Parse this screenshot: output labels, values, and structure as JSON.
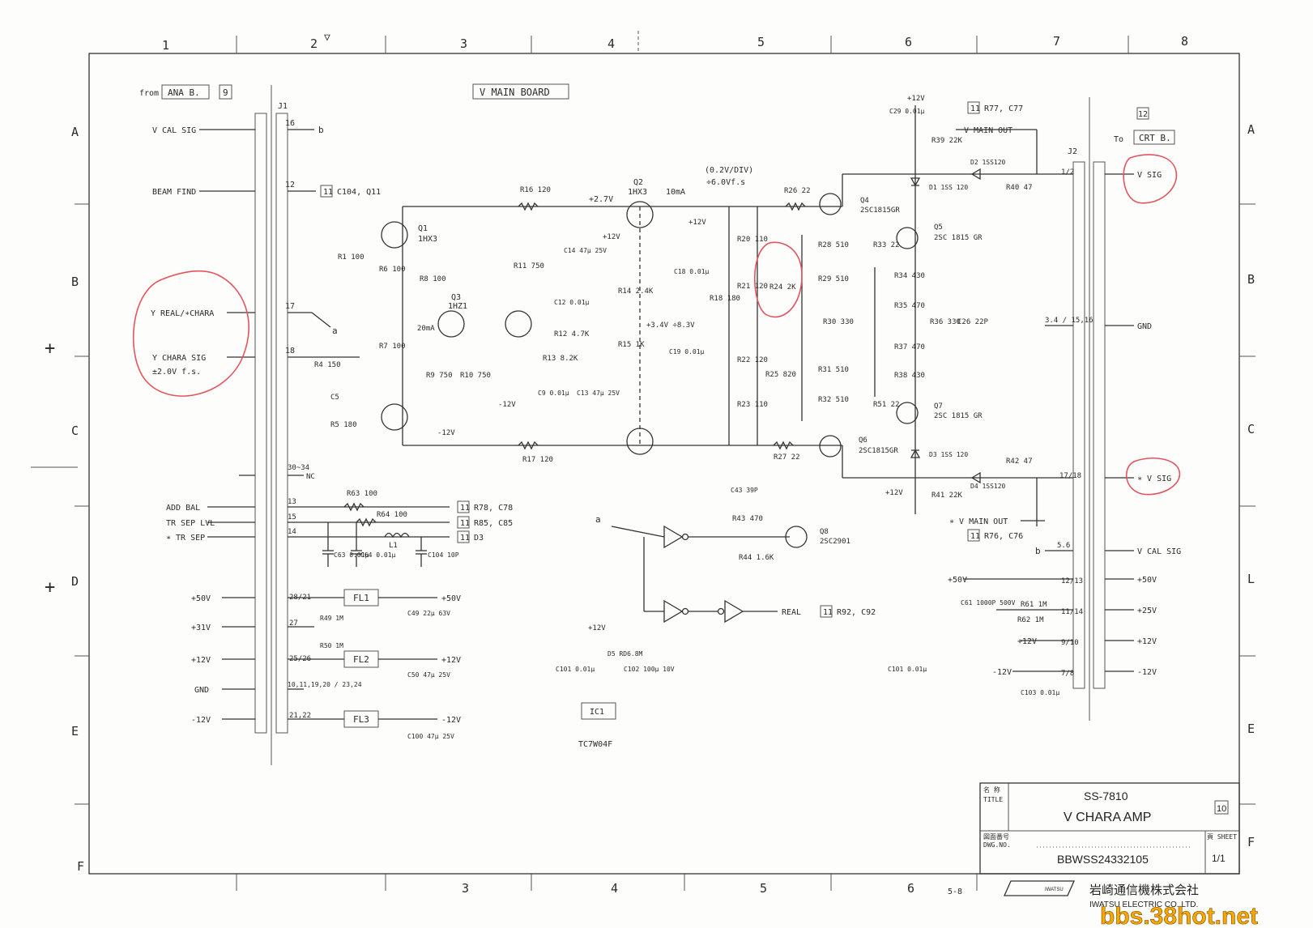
{
  "sheet": {
    "col_labels": [
      "1",
      "2",
      "3",
      "4",
      "5",
      "6",
      "7",
      "8"
    ],
    "col_labels_bottom": [
      "3",
      "4",
      "5",
      "6"
    ],
    "row_labels": [
      "A",
      "B",
      "C",
      "D",
      "E",
      "F"
    ],
    "row_labels_right": [
      "A",
      "B",
      "C",
      "L",
      "E",
      "F"
    ],
    "page_ref": "5-8",
    "board_name": "V MAIN BOARD"
  },
  "title_block": {
    "title_caption_jp": "名 称",
    "title_caption": "TITLE",
    "model": "SS-7810",
    "title": "V CHARA AMP",
    "page_no": "10",
    "dwg_caption_jp": "図面番号",
    "dwg_caption": "DWG.NO.",
    "dwg_no": "BBWSS24332105",
    "sheet_caption": "頁 SHEET",
    "sheet_value": "1/1",
    "company_jp": "岩崎通信機株式会社",
    "company_en": "IWATSU ELECTRIC CO.,LTD.",
    "logo_text": "IWATSU"
  },
  "left_connector": {
    "from_text": "from",
    "from_board": "ANA B.",
    "from_page": "9",
    "name": "J1",
    "signals": [
      {
        "label": "V CAL SIG",
        "pin": "16",
        "dest": "b"
      },
      {
        "label": "BEAM FIND",
        "pin": "12",
        "ref_page": "11",
        "ref": "C104, Q11"
      },
      {
        "label": "Y REAL/∗CHARA",
        "pin": "17",
        "dest": "a"
      },
      {
        "label": "Y CHARA SIG",
        "sub": "±2.0V f.s.",
        "pin": "18"
      },
      {
        "label": "",
        "pin": "30~34",
        "dest": "NC"
      },
      {
        "label": "ADD BAL",
        "pin": "13",
        "ref_page": "11",
        "ref": "R78, C78"
      },
      {
        "label": "TR SEP LVL",
        "pin": "15",
        "ref_page": "11",
        "ref": "R85, C85"
      },
      {
        "label": "∗ TR SEP",
        "pin": "14",
        "ref_page": "11",
        "ref": "D3"
      },
      {
        "label": "+50V",
        "pin": "28/21",
        "filter": "FL1",
        "out": "+50V"
      },
      {
        "label": "+31V",
        "pin": "27"
      },
      {
        "label": "+12V",
        "pin": "25/26",
        "filter": "FL2",
        "out": "+12V"
      },
      {
        "label": "GND",
        "pin": "10,11,19,20 / 23,24"
      },
      {
        "label": "-12V",
        "pin": "21,22",
        "filter": "FL3",
        "out": "-12V"
      }
    ]
  },
  "right_connector": {
    "name": "J2",
    "to_text": "To",
    "to_board": "CRT B.",
    "to_page": "12",
    "signals": [
      {
        "label": "V SIG",
        "pin": "1/2"
      },
      {
        "label": "GND",
        "pin": "3.4 / 15,16"
      },
      {
        "label": "∗ V SIG",
        "pin": "17/18"
      },
      {
        "label": "V CAL SIG",
        "pin": "5.6",
        "dest": "b"
      },
      {
        "label": "+50V",
        "pin": "12/13"
      },
      {
        "label": "+25V",
        "pin": "11/14"
      },
      {
        "label": "+12V",
        "pin": "9/10"
      },
      {
        "label": "-12V",
        "pin": "7/8"
      }
    ]
  },
  "notes": {
    "scale": "(0.2V/DIV)",
    "scale2": "÷6.0Vf.s",
    "v_main_out": "V MAIN OUT",
    "v_main_out_n": "∗ V MAIN OUT",
    "ref77": "R77, C77",
    "ref76": "R76, C76",
    "ref92": "R92, C92",
    "ref_page_11": "11",
    "real": "REAL",
    "vout_27": "+2.7V",
    "current_10": "10mA",
    "current_20": "20mA",
    "v34": "+3.4V ÷8.3V"
  },
  "components": {
    "q1": "Q1",
    "q1v": "1HX3",
    "q2": "Q2",
    "q2v": "1HX3",
    "q3": "Q3",
    "q3v": "1HZ1",
    "q4": "Q4",
    "q4v": "2SC1815GR",
    "q5": "Q5",
    "q5v": "2SC 1815 GR",
    "q6": "Q6",
    "q6v": "2SC1815GR",
    "q7": "Q7",
    "q7v": "2SC 1815 GR",
    "q8": "Q8",
    "q8v": "2SC2901",
    "r1": "R1 100",
    "r4": "R4 150",
    "r5": "R5 180",
    "r6": "R6 100",
    "r7": "R7 100",
    "r8": "R8 100",
    "r9": "R9 750",
    "r10": "R10 750",
    "r11": "R11 750",
    "r12": "R12 4.7K",
    "r13": "R13 8.2K",
    "r14": "R14 2.4K",
    "r15": "R15 1K",
    "r16": "R16 120",
    "r17": "R17 120",
    "r18": "R18 180",
    "r20": "R20 110",
    "r21": "R21 120",
    "r22": "R22 120",
    "r23": "R23 110",
    "r24": "R24 2K",
    "r25": "R25 820",
    "r26": "R26 22",
    "r27": "R27 22",
    "r28": "R28 510",
    "r29": "R29 510",
    "r30": "R30 330",
    "r31": "R31 510",
    "r32": "R32 510",
    "r33": "R33 22",
    "r34": "R34 430",
    "r35": "R35 470",
    "r36": "R36 330",
    "r37": "R37 470",
    "r38": "R38 430",
    "r39": "R39 22K",
    "r40": "R40 47",
    "r41": "R41 22K",
    "r42": "R42 47",
    "r43": "R43 470",
    "r44": "R44 1.6K",
    "r49": "R49 1M",
    "r50": "R50 1M",
    "r51": "R51 22",
    "r61": "R61 1M",
    "r62": "R62 1M",
    "r63": "R63 100",
    "r64": "R64 100",
    "c5": "C5",
    "c9": "C9 0.01μ",
    "c12": "C12 0.01μ",
    "c13": "C13 47μ 25V",
    "c14": "C14 47μ 25V",
    "c18": "C18 0.01μ",
    "c19": "C19 0.01μ",
    "c26": "C26 22P",
    "c29": "C29 0.01μ",
    "c43": "C43 39P",
    "c49": "C49 22μ 63V",
    "c50": "C50 47μ 25V",
    "c61": "C61 1000P 500V",
    "c63": "C63 0.01μ",
    "c64": "C64 0.01μ",
    "c100": "C100 47μ 25V",
    "c101": "C101 0.01μ",
    "c102": "C102 100μ 10V",
    "c103": "C103 0.01μ",
    "c104": "C104 10P",
    "d1": "D1 1SS 120",
    "d2": "D2 1SS120",
    "d3": "D3 1SS 120",
    "d4": "D4 1SS120",
    "d5": "D5 RD6.8M",
    "l1": "L1",
    "fl1": "FL1",
    "fl2": "FL2",
    "fl3": "FL3",
    "ic1": "IC1",
    "ic1v": "TC7W04F",
    "p12": "+12V",
    "m12": "-12V"
  },
  "watermark": "bbs.38hot.net"
}
